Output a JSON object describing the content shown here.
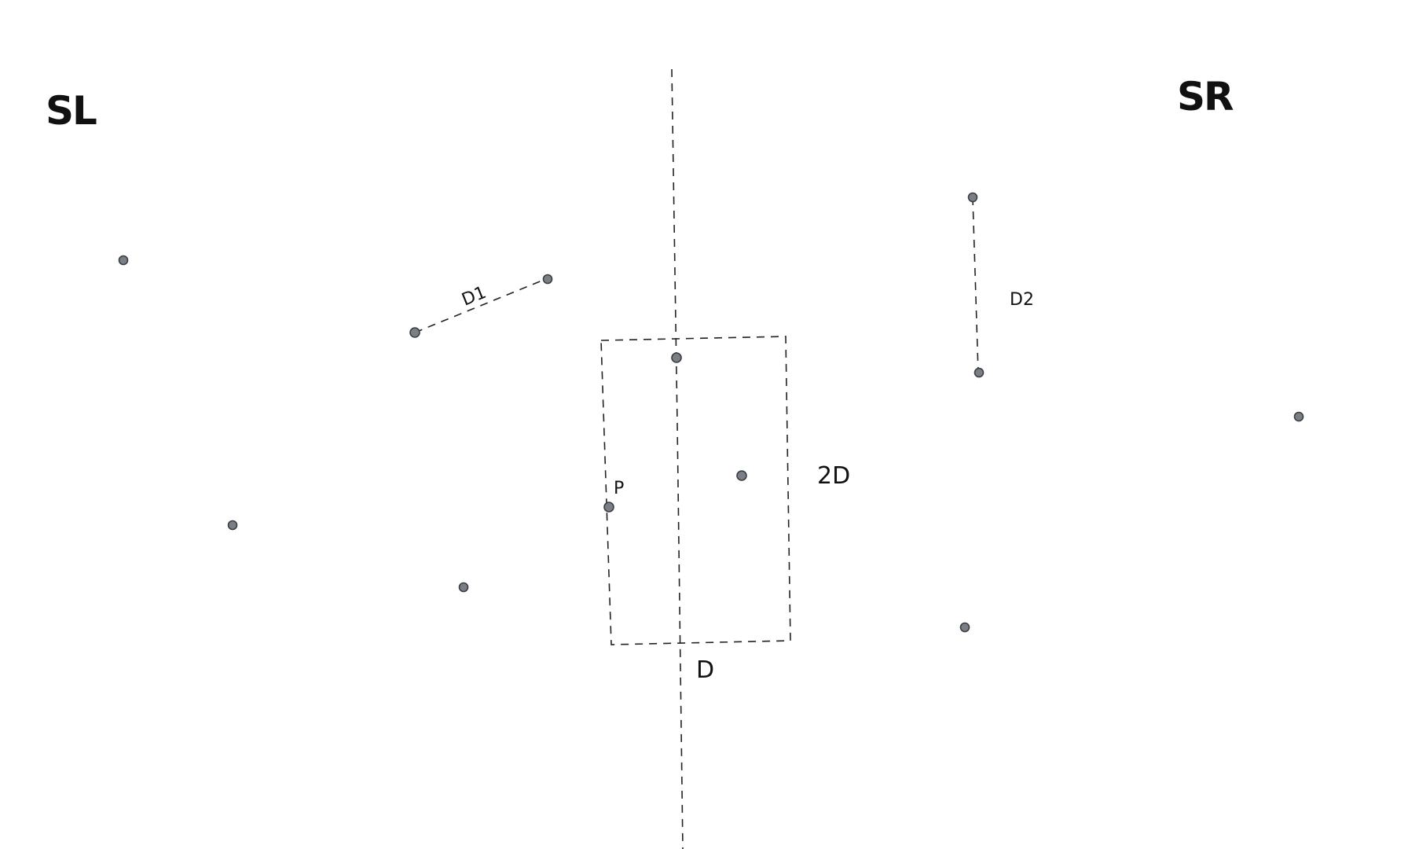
{
  "labels": {
    "stage_left": "SL",
    "stage_right": "SR",
    "d1": "D1",
    "d2": "D2",
    "p": "P",
    "two_d": "2D",
    "d": "D"
  },
  "colors": {
    "ink": "#111111",
    "dot_fill": "#7a7f85",
    "dot_stroke": "#3a3d41",
    "background": "#ffffff"
  }
}
